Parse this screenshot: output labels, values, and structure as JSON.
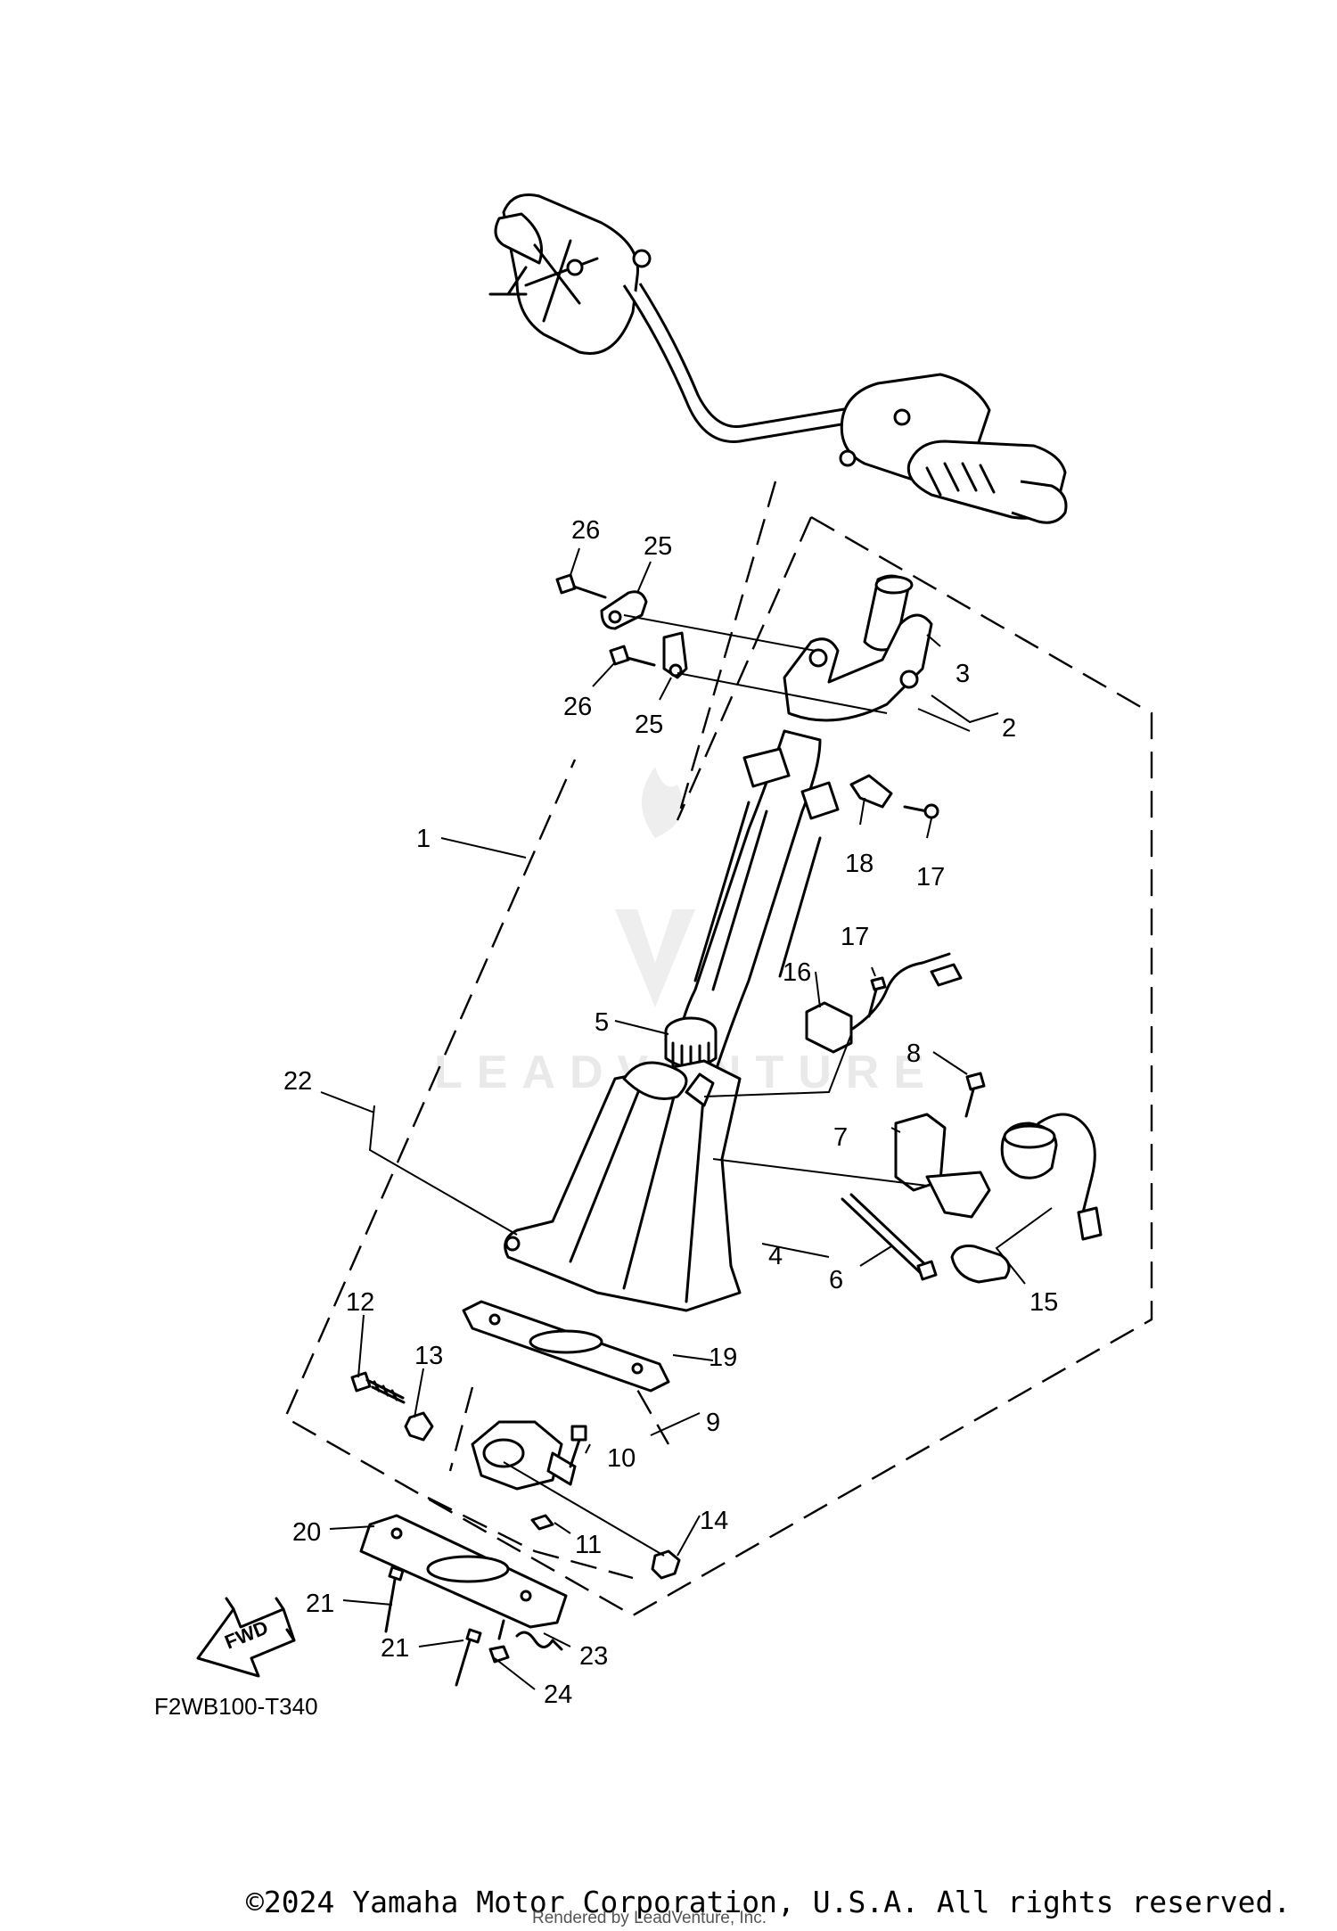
{
  "diagram": {
    "diagram_code": "F2WB100-T340",
    "fwd_label": "FWD",
    "watermark": "LEADVENTURE",
    "callouts": [
      {
        "id": "c1",
        "label": "1"
      },
      {
        "id": "c2",
        "label": "2"
      },
      {
        "id": "c3",
        "label": "3"
      },
      {
        "id": "c4",
        "label": "4"
      },
      {
        "id": "c5",
        "label": "5"
      },
      {
        "id": "c6",
        "label": "6"
      },
      {
        "id": "c7",
        "label": "7"
      },
      {
        "id": "c8",
        "label": "8"
      },
      {
        "id": "c9",
        "label": "9"
      },
      {
        "id": "c10",
        "label": "10"
      },
      {
        "id": "c11",
        "label": "11"
      },
      {
        "id": "c12",
        "label": "12"
      },
      {
        "id": "c13",
        "label": "13"
      },
      {
        "id": "c14",
        "label": "14"
      },
      {
        "id": "c15",
        "label": "15"
      },
      {
        "id": "c16",
        "label": "16"
      },
      {
        "id": "c17a",
        "label": "17"
      },
      {
        "id": "c17b",
        "label": "17"
      },
      {
        "id": "c18",
        "label": "18"
      },
      {
        "id": "c19",
        "label": "19"
      },
      {
        "id": "c20",
        "label": "20"
      },
      {
        "id": "c21a",
        "label": "21"
      },
      {
        "id": "c21b",
        "label": "21"
      },
      {
        "id": "c22",
        "label": "22"
      },
      {
        "id": "c23",
        "label": "23"
      },
      {
        "id": "c24",
        "label": "24"
      },
      {
        "id": "c25a",
        "label": "25"
      },
      {
        "id": "c25b",
        "label": "25"
      },
      {
        "id": "c26a",
        "label": "26"
      },
      {
        "id": "c26b",
        "label": "26"
      }
    ]
  },
  "footer": {
    "copyright": "©2024 Yamaha Motor Corporation, U.S.A. All rights reserved.",
    "rendered_by": "Rendered by LeadVenture, Inc."
  }
}
